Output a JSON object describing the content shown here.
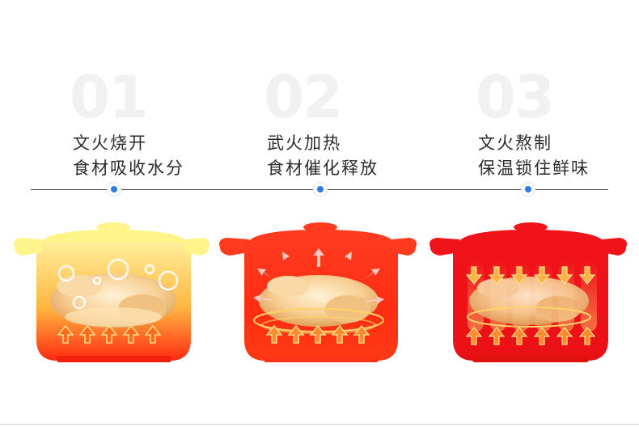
{
  "steps": [
    {
      "number": "01",
      "line1": "文火烧开",
      "line2": "食材吸收水分",
      "pot_colors": {
        "top": "#ffee9a",
        "mid": "#ffb640",
        "bottom": "#ff2a10",
        "lid": "#fff48a"
      }
    },
    {
      "number": "02",
      "line1": "武火加热",
      "line2": "食材催化释放",
      "pot_colors": {
        "top": "#ff3a1e",
        "mid": "#ff2d12",
        "bottom": "#ff3a14",
        "lid": "#ff3a1e"
      }
    },
    {
      "number": "03",
      "line1": "文火熬制",
      "line2": "保温锁住鲜味",
      "pot_colors": {
        "top": "#f0141a",
        "mid": "#ee1218",
        "bottom": "#e81016",
        "lid": "#f0141a"
      }
    }
  ],
  "accent_color": "#2f7be6",
  "icons": [
    "bubble-icon",
    "arrow-up-icon",
    "arrow-down-icon",
    "arrow-diagonal-icon",
    "heat-ring-icon",
    "chicken-icon",
    "pot-icon"
  ]
}
